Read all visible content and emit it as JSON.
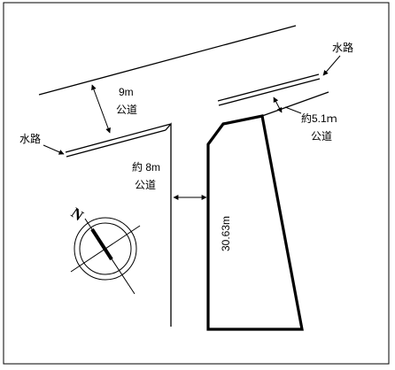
{
  "labels": {
    "channel_right": "水路",
    "channel_left": "水路",
    "road_main_width": "9m",
    "road_main_type": "公道",
    "road_right_width": "約5.1ｍ",
    "road_right_type": "公道",
    "road_side_width": "約 8m",
    "road_side_type": "公道",
    "lot_frontage": "30.63m"
  },
  "compass": {
    "north_label": "N"
  }
}
